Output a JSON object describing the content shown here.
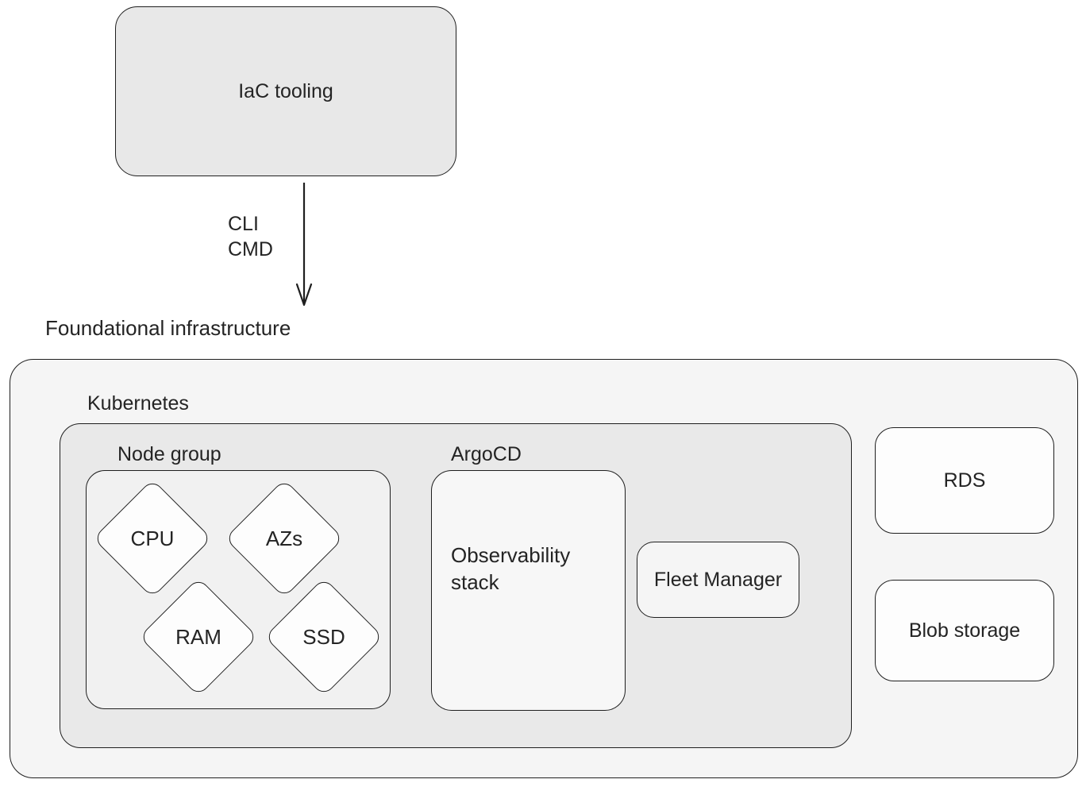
{
  "colors": {
    "background": "#ffffff",
    "border": "#1f1f1f",
    "text": "#242424",
    "iac_fill": "#e8e8e8",
    "outer_container_fill": "#f5f5f5",
    "kubernetes_fill": "#e9e9e9",
    "node_group_fill": "#f1f1f1",
    "argocd_fill": "#f7f7f7",
    "fleet_fill": "#f5f5f5",
    "leaf_node_fill": "#fdfdfd"
  },
  "iac": {
    "label": "IaC tooling"
  },
  "arrow": {
    "lines": [
      "CLI",
      "CMD"
    ]
  },
  "foundational": {
    "title": "Foundational infrastructure"
  },
  "kubernetes": {
    "title": "Kubernetes"
  },
  "node_group": {
    "title": "Node group",
    "diamonds": [
      "CPU",
      "AZs",
      "RAM",
      "SSD"
    ]
  },
  "argocd": {
    "title": "ArgoCD",
    "label": "Observability stack"
  },
  "fleet": {
    "label": "Fleet Manager"
  },
  "rds": {
    "label": "RDS"
  },
  "blob": {
    "label": "Blob storage"
  }
}
